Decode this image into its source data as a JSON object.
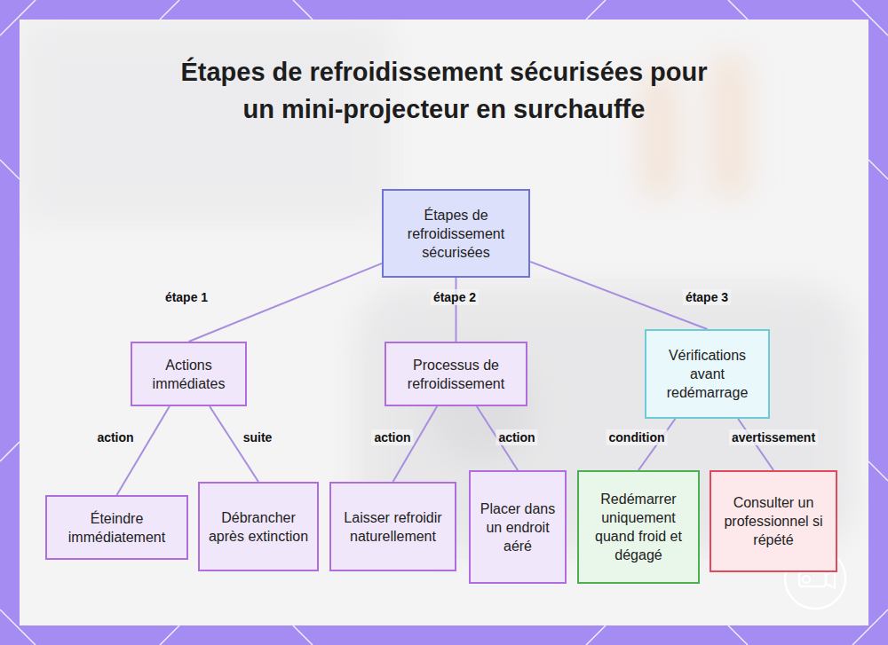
{
  "diagram": {
    "title": "Étapes de refroidissement sécurisées pour un mini-projecteur en surchauffe",
    "nodes": [
      {
        "text": [
          "Étapes de refroidissement sécurisées"
        ]
      },
      {
        "text": [
          "Actions immédiates"
        ]
      },
      {
        "text": [
          "Processus de refroidissement"
        ]
      },
      {
        "text": [
          "Vérifications avant redémarrage"
        ]
      },
      {
        "text": [
          "Éteindre immédiatement"
        ]
      },
      {
        "text": [
          "Débrancher après extinction"
        ]
      },
      {
        "text": [
          "Laisser refroidir naturellement"
        ]
      },
      {
        "text": [
          "Placer dans un endroit aéré"
        ]
      },
      {
        "text": [
          "Redémarrer uniquement quand froid et dégagé"
        ]
      },
      {
        "text": [
          "Consulter un professionnel si répété"
        ]
      }
    ],
    "edges": [
      {
        "from": 0,
        "to": 1,
        "label": "étape 1",
        "arrow": "none"
      },
      {
        "from": 0,
        "to": 2,
        "label": "étape 2",
        "arrow": "none"
      },
      {
        "from": 0,
        "to": 3,
        "label": "étape 3",
        "arrow": "none"
      },
      {
        "from": 1,
        "to": 4,
        "label": "action",
        "arrow": "none"
      },
      {
        "from": 1,
        "to": 5,
        "label": "suite",
        "arrow": "none"
      },
      {
        "from": 2,
        "to": 6,
        "label": "action",
        "arrow": "none"
      },
      {
        "from": 2,
        "to": 7,
        "label": "action",
        "arrow": "none"
      },
      {
        "from": 3,
        "to": 8,
        "label": "condition",
        "arrow": "none"
      },
      {
        "from": 3,
        "to": 9,
        "label": "avertissement",
        "arrow": "none"
      }
    ]
  }
}
